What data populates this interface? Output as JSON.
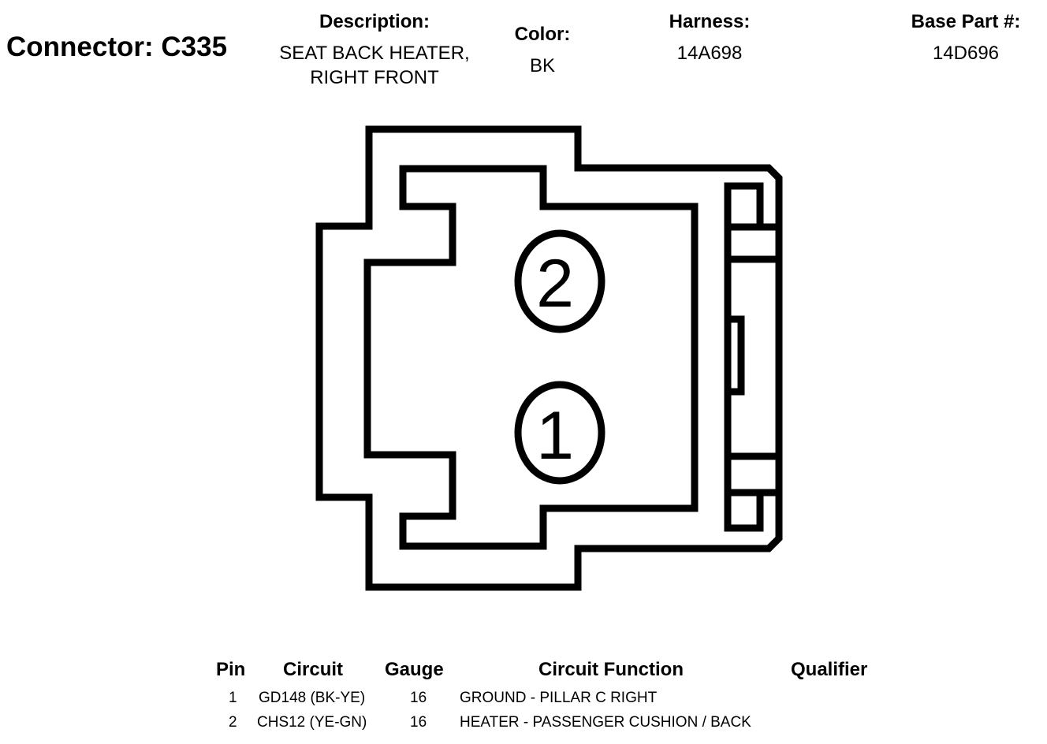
{
  "connector": {
    "title": "Connector: C335",
    "description_label": "Description:",
    "description_lines": [
      "SEAT BACK HEATER,",
      "RIGHT FRONT"
    ],
    "color_label": "Color:",
    "color_value": "BK",
    "harness_label": "Harness:",
    "harness_value": "14A698",
    "base_part_label": "Base Part #:",
    "base_part_value": "14D696"
  },
  "diagram": {
    "pins": [
      {
        "label": "2"
      },
      {
        "label": "1"
      }
    ]
  },
  "table": {
    "headers": {
      "pin": "Pin",
      "circuit": "Circuit",
      "gauge": "Gauge",
      "function": "Circuit Function",
      "qualifier": "Qualifier"
    },
    "rows": [
      {
        "pin": "1",
        "circuit": "GD148 (BK-YE)",
        "gauge": "16",
        "function": "GROUND - PILLAR C RIGHT",
        "qualifier": ""
      },
      {
        "pin": "2",
        "circuit": "CHS12 (YE-GN)",
        "gauge": "16",
        "function": "HEATER - PASSENGER CUSHION / BACK",
        "qualifier": ""
      }
    ]
  }
}
